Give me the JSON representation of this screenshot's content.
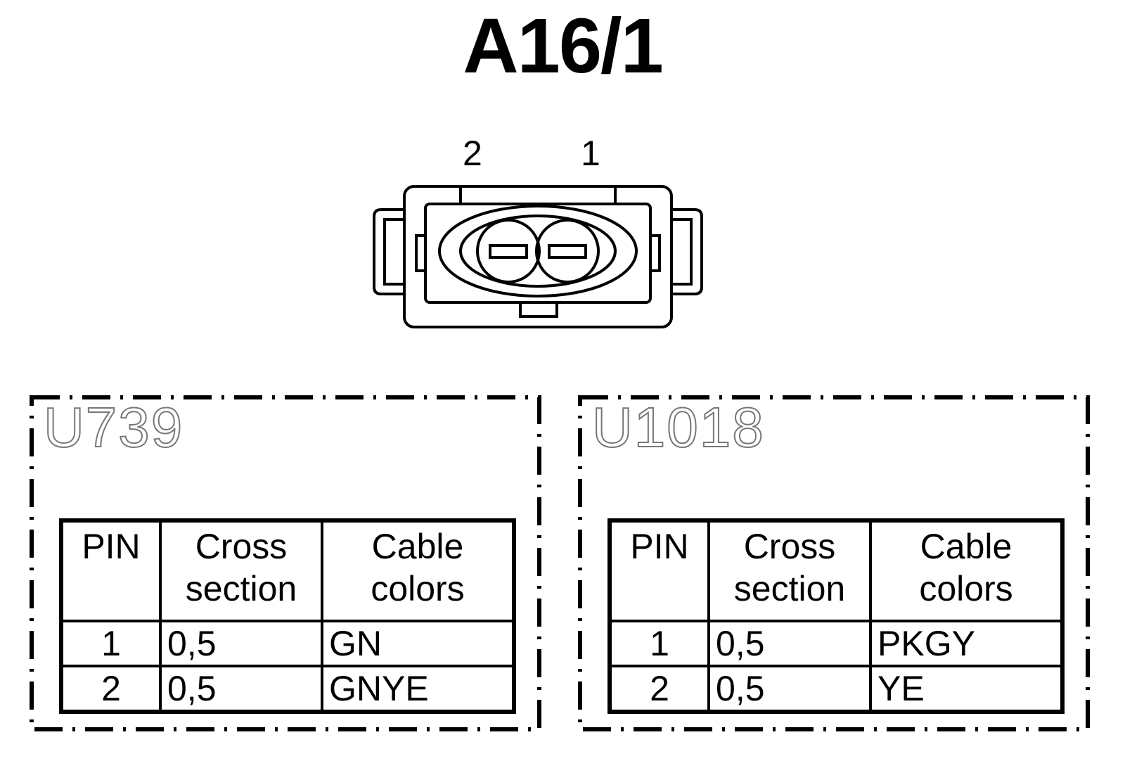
{
  "title": "A16/1",
  "connector": {
    "pin_labels": [
      "2",
      "1"
    ]
  },
  "columns": {
    "pin": "PIN",
    "cross_line1": "Cross",
    "cross_line2": "section",
    "color_line1": "Cable",
    "color_line2": "colors"
  },
  "groups": [
    {
      "label": "U739",
      "rows": [
        {
          "pin": "1",
          "cross_section": "0,5",
          "color": "GN"
        },
        {
          "pin": "2",
          "cross_section": "0,5",
          "color": "GNYE"
        }
      ]
    },
    {
      "label": "U1018",
      "rows": [
        {
          "pin": "1",
          "cross_section": "0,5",
          "color": "PKGY"
        },
        {
          "pin": "2",
          "cross_section": "0,5",
          "color": "YE"
        }
      ]
    }
  ]
}
